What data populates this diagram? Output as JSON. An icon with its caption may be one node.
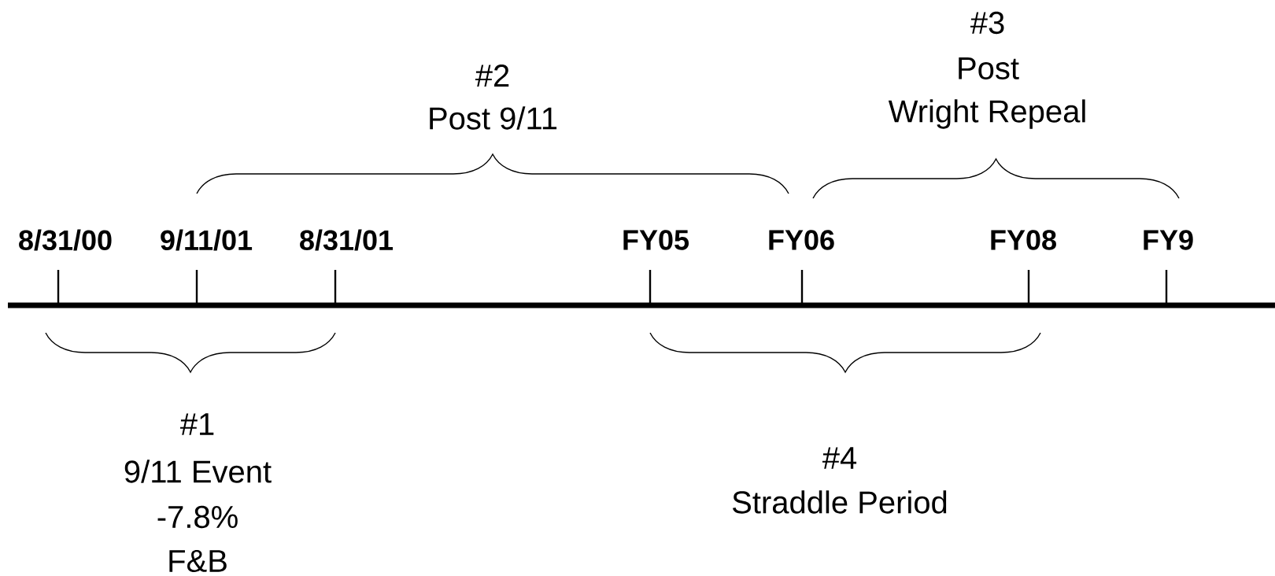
{
  "diagram": {
    "labels": [
      "#3",
      "#2",
      "Post",
      "Post 9/11",
      "Wright Repeal",
      "8/31/00",
      "9/11/01",
      "8/31/01",
      "FY05",
      "FY06",
      "FY08",
      "FY9",
      "#1",
      "#4",
      "9/11 Event",
      "Straddle Period",
      "-7.8%",
      "F&B"
    ]
  }
}
